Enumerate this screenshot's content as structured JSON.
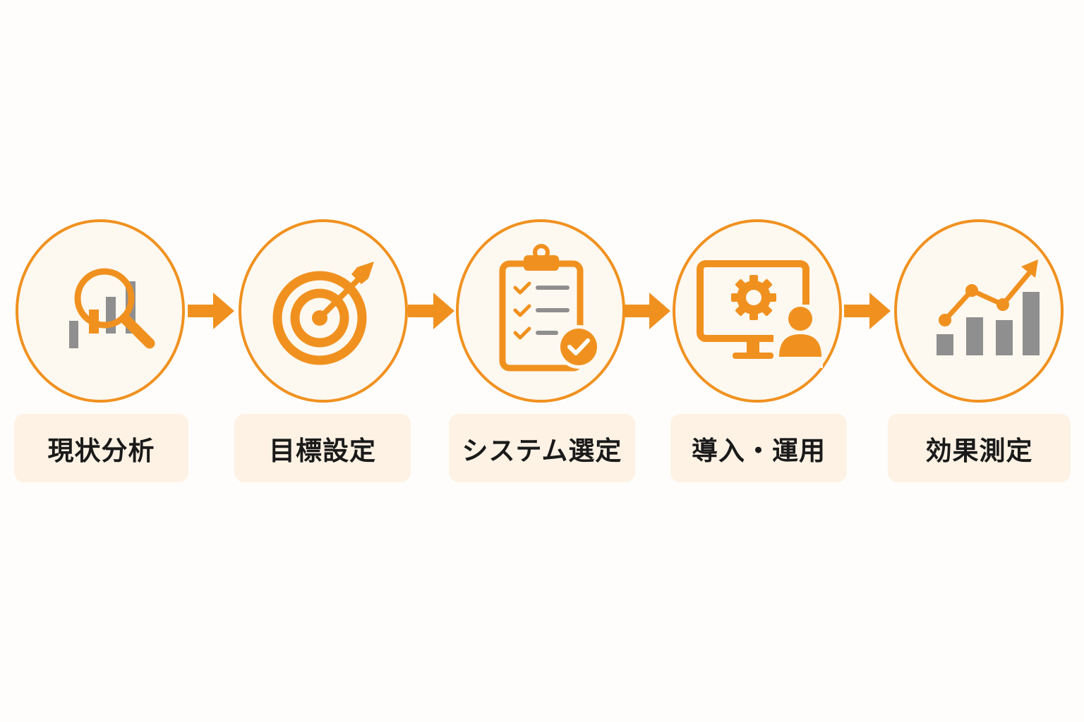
{
  "colors": {
    "accent": "#f0911f",
    "gray": "#8f8f8f",
    "circle_fill": "#fdf8f0",
    "label_fill": "#fdf2e4",
    "text": "#1a1a1a"
  },
  "steps": [
    {
      "label": "現状分析",
      "icon": "magnifier-bar-chart-icon"
    },
    {
      "label": "目標設定",
      "icon": "target-arrow-icon"
    },
    {
      "label": "システム選定",
      "icon": "clipboard-checklist-icon"
    },
    {
      "label": "導入・運用",
      "icon": "monitor-gear-user-icon"
    },
    {
      "label": "効果測定",
      "icon": "growth-chart-icon"
    }
  ]
}
